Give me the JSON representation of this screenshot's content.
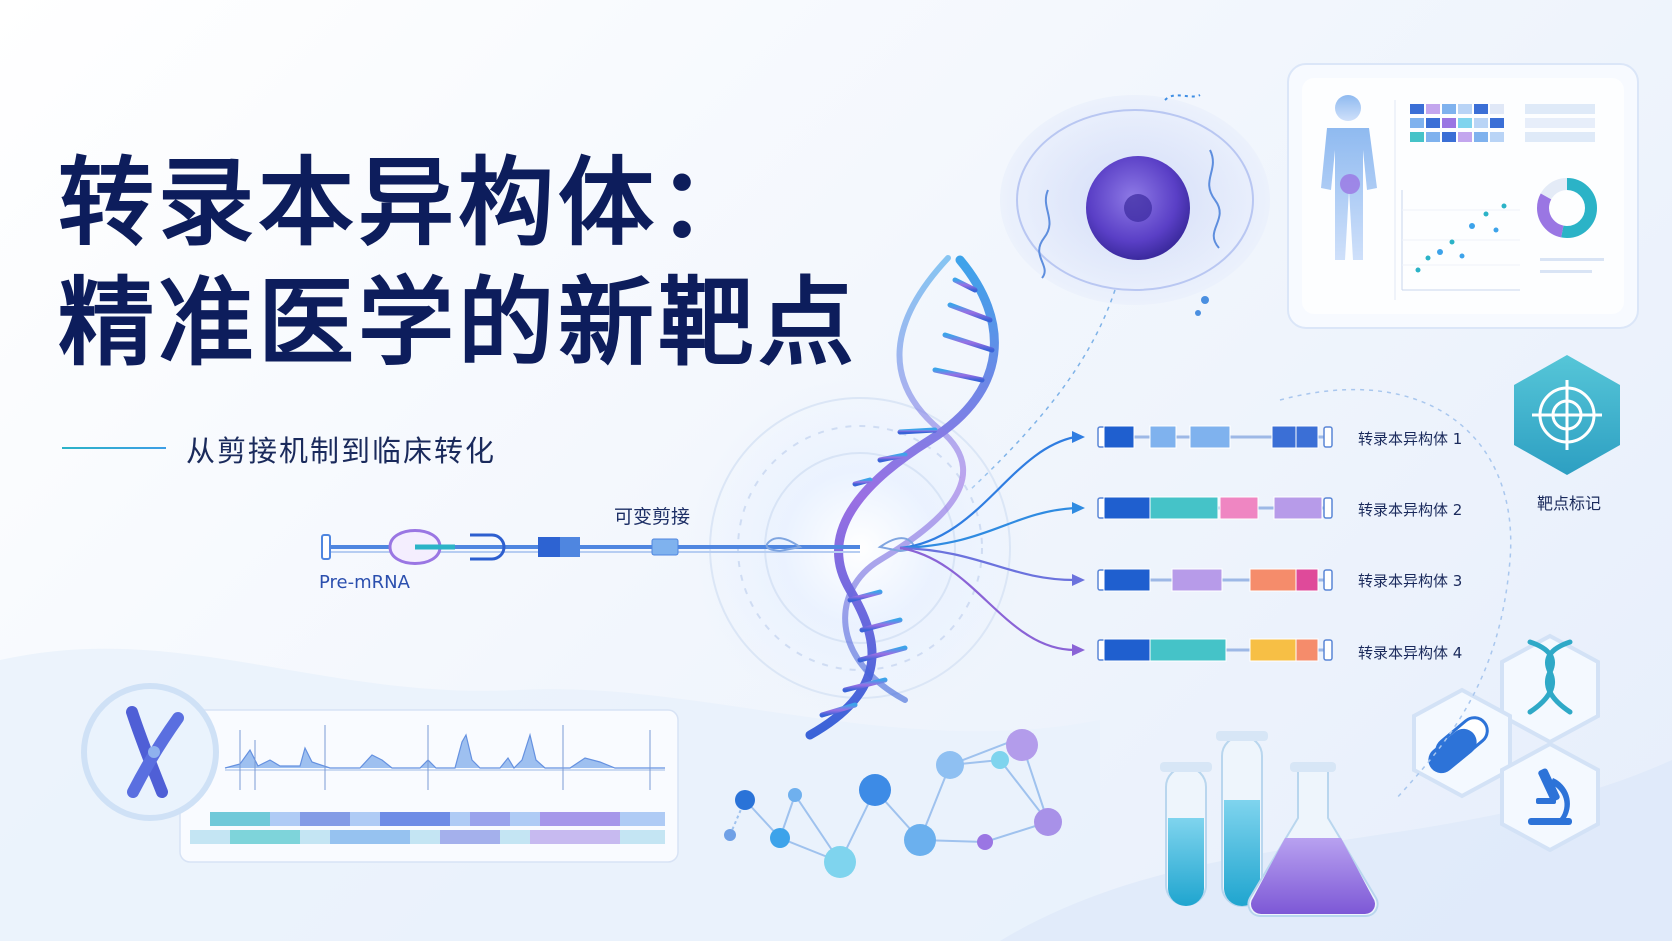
{
  "title": {
    "line1": "转录本异构体：",
    "line2": "精准医学的新靶点"
  },
  "subtitle": "从剪接机制到临床转化",
  "diagram": {
    "premrna_label": "Pre-mRNA",
    "alt_splicing_label": "可变剪接",
    "isoforms": [
      {
        "label": "转录本异构体 1",
        "exons": [
          "#1f5fcf",
          "#7fb2ee",
          "#7fb2ee",
          "#3b6fd6",
          "#3b6fd6"
        ]
      },
      {
        "label": "转录本异构体 2",
        "exons": [
          "#1f5fcf",
          "#45c3c8",
          "#ef86c2",
          "#b79be9"
        ]
      },
      {
        "label": "转录本异构体 3",
        "exons": [
          "#1f5fcf",
          "#b79be9",
          "#f58c6b",
          "#df4a9a"
        ]
      },
      {
        "label": "转录本异构体 4",
        "exons": [
          "#1f5fcf",
          "#45c3c8",
          "#f7bf45",
          "#f58c6b"
        ]
      }
    ],
    "target_label": "靶点标记"
  },
  "icons": {
    "chromosome": "chromosome-icon",
    "dna": "dna-icon",
    "capsule": "capsule-icon",
    "microscope": "microscope-icon",
    "target": "crosshair-icon",
    "cell": "cell-icon",
    "body": "human-body-icon"
  },
  "colors": {
    "title": "#0d1d5c",
    "accent_teal": "#2bb3c7",
    "accent_blue": "#2f7de1",
    "accent_purple": "#8a63d6"
  }
}
